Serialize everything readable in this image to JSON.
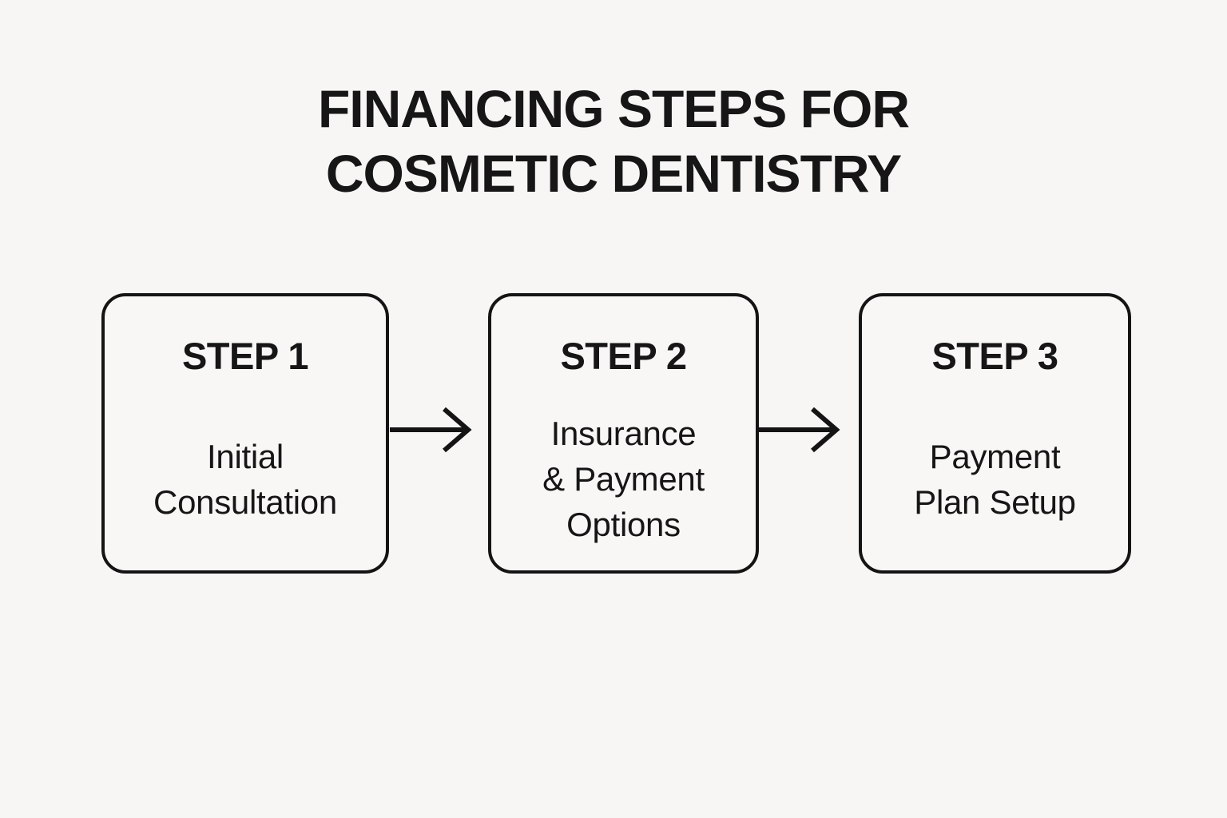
{
  "page": {
    "background": "#f7f6f4",
    "ink": "#141414"
  },
  "header": {
    "title_line1": "FINANCING STEPS FOR",
    "title_line2": "COSMETIC DENTISTRY"
  },
  "flow": {
    "steps": [
      {
        "label": "STEP 1",
        "description": "Initial\nConsultation"
      },
      {
        "label": "STEP 2",
        "description": "Insurance\n& Payment\nOptions"
      },
      {
        "label": "STEP 3",
        "description": "Payment\nPlan Setup"
      }
    ],
    "connector_icon": "arrow-right-icon"
  }
}
